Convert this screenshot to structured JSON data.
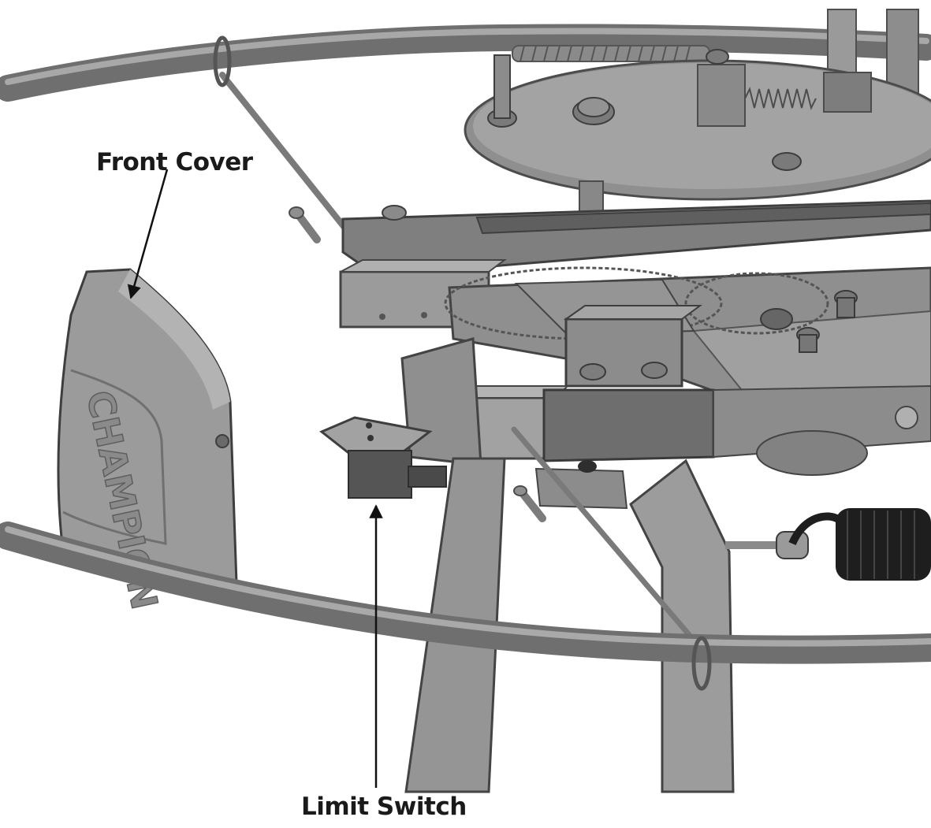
{
  "callouts": {
    "front_cover": "Front Cover",
    "limit_switch": "Limit Switch"
  },
  "embossed_text": "CHAMPION",
  "colors": {
    "background": "#ffffff",
    "metal_light": "#9a9a9a",
    "metal_mid": "#7c7c7c",
    "metal_dark": "#555555",
    "spring_dark": "#1e1e1e",
    "label_text": "#1a1a1a"
  }
}
